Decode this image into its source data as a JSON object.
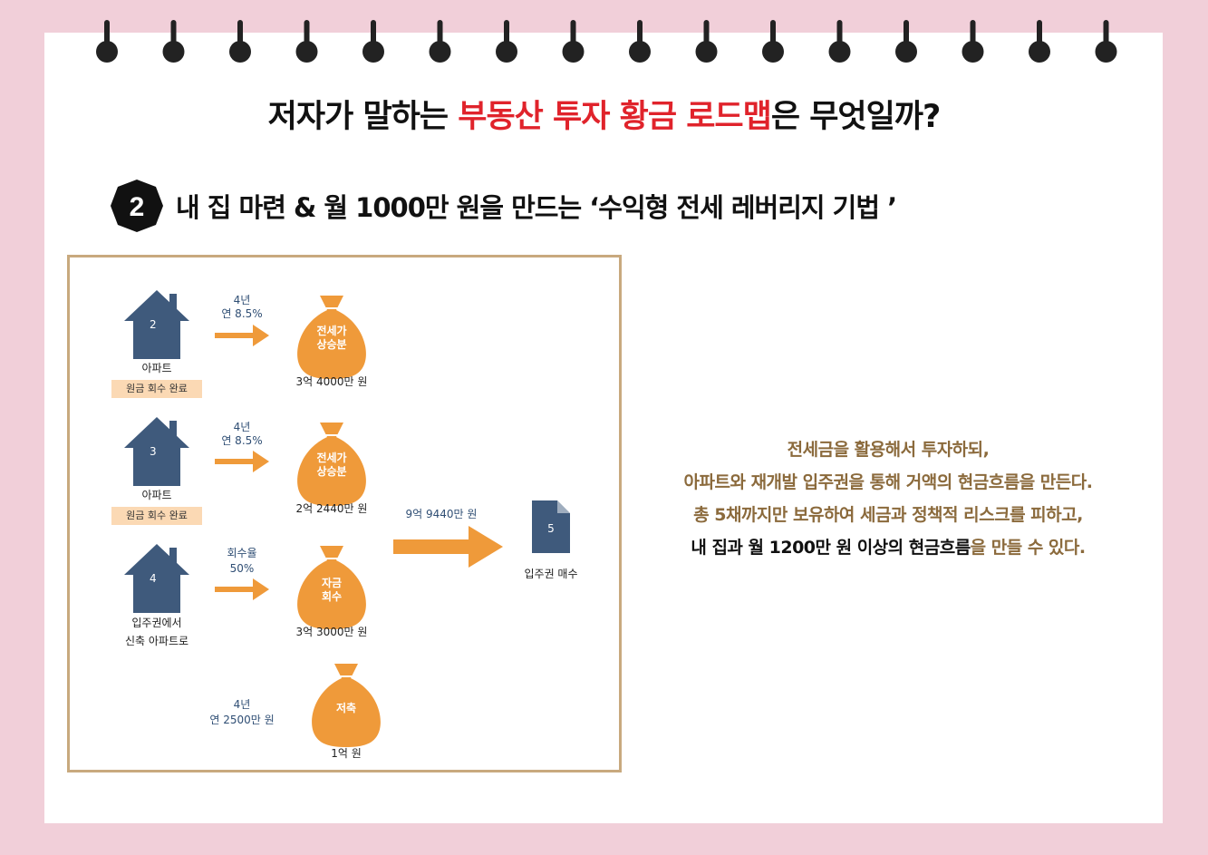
{
  "title": {
    "before": "저자가 말하는 ",
    "highlight": "부동산 투자 황금 로드맵",
    "after": "은 무엇일까?"
  },
  "subtitle": {
    "number": "2",
    "text": "내 집 마련 & 월 1000만 원을 만드는 ‘수익형 전세 레버리지 기법 ’"
  },
  "diagram": {
    "rows": [
      {
        "house_number": "2",
        "house_label": "아파트",
        "tag": "원금 회수 완료",
        "arrow_label_1": "4년",
        "arrow_label_2": "연 8.5%",
        "bag_line_1": "전세가",
        "bag_line_2": "상승분",
        "amount": "3억 4000만 원"
      },
      {
        "house_number": "3",
        "house_label": "아파트",
        "tag": "원금 회수 완료",
        "arrow_label_1": "4년",
        "arrow_label_2": "연 8.5%",
        "bag_line_1": "전세가",
        "bag_line_2": "상승분",
        "amount": "2억 2440만 원"
      },
      {
        "house_number": "4",
        "house_label_1": "입주권에서",
        "house_label_2": "신축 아파트로",
        "arrow_label_1": "회수율",
        "arrow_label_2": "50%",
        "bag_line_1": "자금",
        "bag_line_2": "회수",
        "amount": "3억 3000만 원"
      },
      {
        "side_label_1": "4년",
        "side_label_2": "연 2500만 원",
        "bag_line_1": "저축",
        "amount": "1억 원"
      }
    ],
    "total_label": "9억 9440만 원",
    "doc_number": "5",
    "doc_label": "입주권 매수"
  },
  "note": {
    "line1": "전세금을 활용해서 투자하되,",
    "line2": "아파트와 재개발 입주권을 통해 거액의 현금흐름을 만든다.",
    "line3": "총 5채까지만 보유하여 세금과 정책적 리스크를 피하고,",
    "line4_strong": "내 집과 월 1200만 원 이상의 현금흐름",
    "line4_rest": "을 만들 수 있다."
  },
  "colors": {
    "background": "#f1cfd9",
    "accent_red": "#e0232b",
    "house_blue": "#3f5a7c",
    "bag_orange": "#ef9a3a",
    "frame_gold": "#c8a97e",
    "note_brown": "#8b6a3c"
  }
}
